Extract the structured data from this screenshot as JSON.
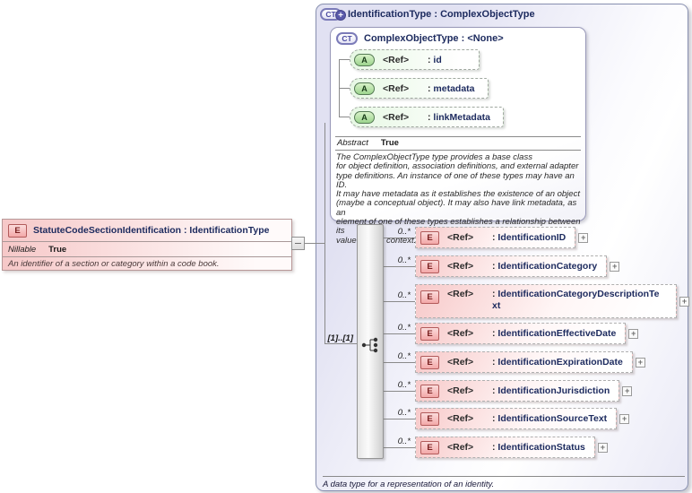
{
  "icons": {
    "element": "E",
    "complex_type": "CT",
    "attribute": "A",
    "plus_badge": "+",
    "expand": "+"
  },
  "diagram": {
    "source_element": {
      "title": "StatuteCodeSectionIdentification : IdentificationType",
      "nillable_label": "Nillable",
      "nillable_value": "True",
      "description": "An identifier of a section or category within a code book."
    },
    "type_container": {
      "title": "IdentificationType : ComplexObjectType",
      "footer": "A data type for a representation of an identity.",
      "base_type": {
        "title": "ComplexObjectType : <None>",
        "attributes": [
          {
            "ref": "<Ref>",
            "name": "id"
          },
          {
            "ref": "<Ref>",
            "name": "metadata"
          },
          {
            "ref": "<Ref>",
            "name": "linkMetadata"
          }
        ],
        "abstract_label": "Abstract",
        "abstract_value": "True",
        "description": "The ComplexObjectType type provides a base class\nfor object definition, association definitions, and external adapter\ntype definitions. An instance of one of these types may have an ID.\nIt may have metadata as it establishes the existence of an object\n(maybe a conceptual object). It may also have link metadata, as an\nelement of one of these types establishes a relationship between its\nvalue and its context."
      },
      "sequence": {
        "cardinality": "[1]..[1]",
        "elements": [
          {
            "ref": "<Ref>",
            "name": "IdentificationID",
            "cardinality": "0..*"
          },
          {
            "ref": "<Ref>",
            "name": "IdentificationCategory",
            "cardinality": "0..*"
          },
          {
            "ref": "<Ref>",
            "name": "IdentificationCategoryDescriptionText",
            "cardinality": "0..*"
          },
          {
            "ref": "<Ref>",
            "name": "IdentificationEffectiveDate",
            "cardinality": "0..*"
          },
          {
            "ref": "<Ref>",
            "name": "IdentificationExpirationDate",
            "cardinality": "0..*"
          },
          {
            "ref": "<Ref>",
            "name": "IdentificationJurisdiction",
            "cardinality": "0..*"
          },
          {
            "ref": "<Ref>",
            "name": "IdentificationSourceText",
            "cardinality": "0..*"
          },
          {
            "ref": "<Ref>",
            "name": "IdentificationStatus",
            "cardinality": "0..*"
          }
        ]
      }
    }
  }
}
